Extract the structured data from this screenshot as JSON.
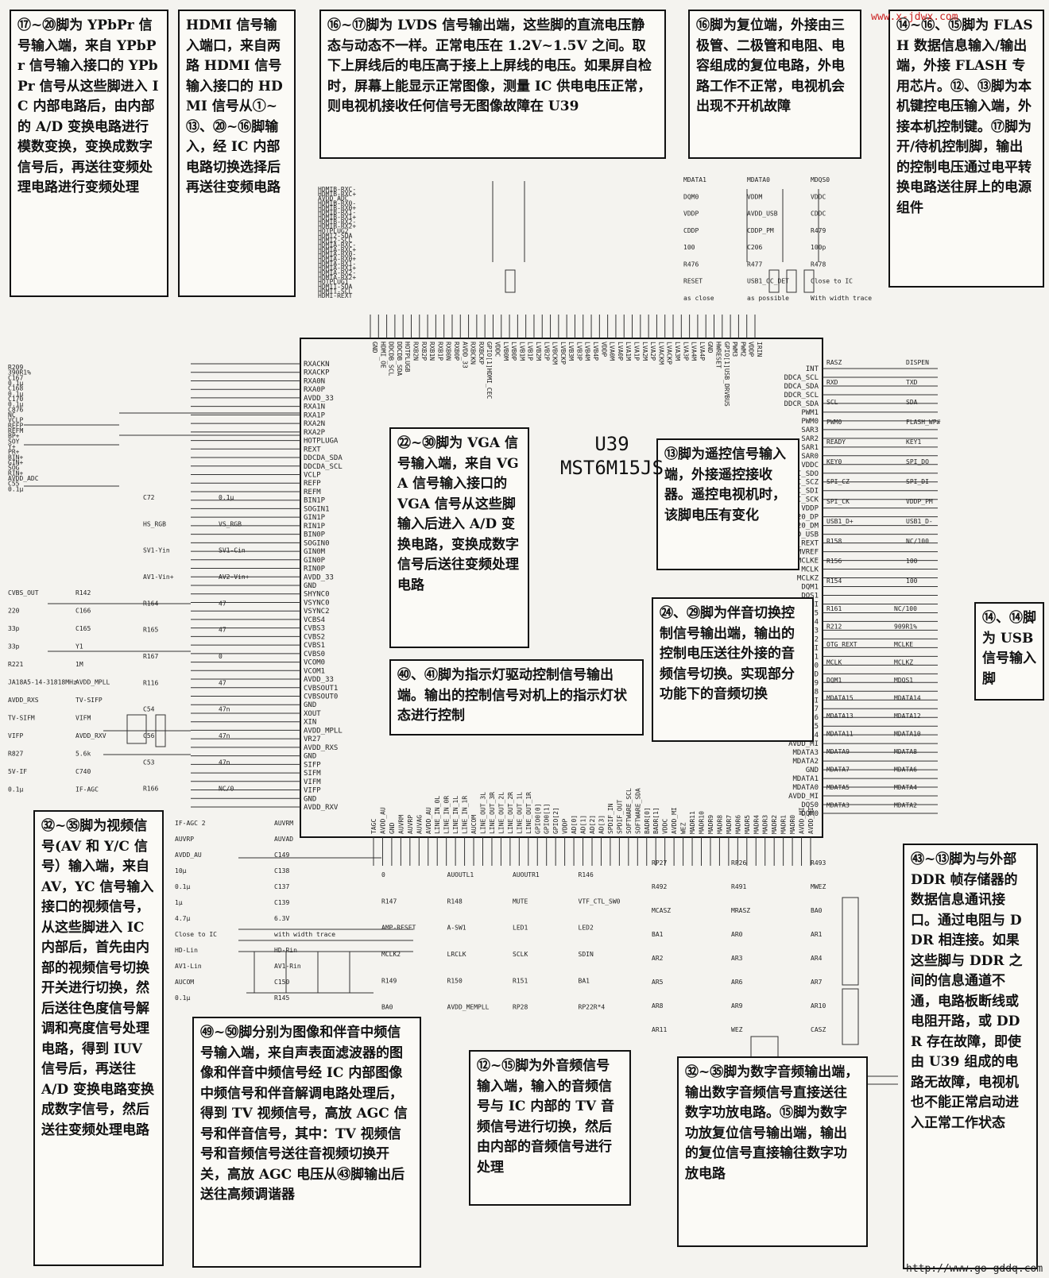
{
  "notes": {
    "n1": "⑰~⑳脚为 YPbPr 信号输入端，来自 YPbPr 信号输入接口的 YPbPr 信号从这些脚进入 IC 内部电路后，由内部的 A/D 变换电路进行模数变换，变换成数字信号后，再送往变频处理电路进行变频处理",
    "n2": "HDMI 信号输入端口，来自两路 HDMI 信号输入接口的 HDMI 信号从①~⑬、⑳~⑯脚输入，经 IC 内部电路切换选择后再送往变频电路",
    "n3": "⑯~⑰脚为 LVDS 信号输出端，这些脚的直流电压静态与动态不一样。正常电压在 1.2V~1.5V 之间。取下上屏线后的电压高于接上上屏线的电压。如果屏自检时，屏幕上能显示正常图像，测量 IC 供电电压正常，则电视机接收任何信号无图像故障在 U39",
    "n4": "⑯脚为复位端，外接由三极管、二极管和电阻、电容组成的复位电路，外电路工作不正常，电视机会出现不开机故障",
    "n5": "⑭~⑯、⑮脚为 FLASH 数据信息输入/输出端，外接 FLASH 专用芯片。⑫、⑬脚为本机键控电压输入端，外接本机控制键。⑰脚为开/待机控制脚，输出的控制电压通过电平转换电路送往屏上的电源组件",
    "n6": "㉒~㉚脚为 VGA 信号输入端，来自 VGA 信号输入接口的 VGA 信号从这些脚输入后进入 A/D 变换电路，变换成数字信号后送往变频处理电路",
    "n7": "⑬脚为遥控信号输入端，外接遥控接收器。遥控电视机时，该脚电压有变化",
    "n8": "⑭、⑭脚为 USB 信号输入脚",
    "n9": "㉔、㉙脚为伴音切换控制信号输出端，输出的控制电压送往外接的音频信号切换。实现部分功能下的音频切换",
    "n10": "㊵、㊶脚为指示灯驱动控制信号输出端。输出的控制信号对机上的指示灯状态进行控制",
    "n11": "㉜~㉟脚为视频信号(AV 和 Y/C 信号）输入端，来自 AV，YC 信号输入接口的视频信号，从这些脚进入 IC 内部后，首先由内部的视频信号切换开关进行切换，然后送往色度信号解调和亮度信号处理电路，得到 IUV 信号后，再送往 A/D 变换电路变换成数字信号，然后送往变频处理电路",
    "n12": "㊾~㊿脚分别为图像和伴音中频信号输入端，来自声表面滤波器的图像和伴音中频信号经 IC 内部图像中频信号和伴音解调电路处理后，得到 TV 视频信号，高放 AGC 信号和伴音信号，其中：TV 视频信号和音频信号送往音视频切换开关，高放 AGC 电压从㊸脚输出后送往高频调谐器",
    "n13": "⑫~⑮脚为外音频信号输入端，输入的音频信号与 IC 内部的 TV 音频信号进行切换，然后由内部的音频信号进行处理",
    "n14": "㉜~㉟脚为数字音频输出端，输出数字音频信号直接送往数字功放电路。⑮脚为数字功放复位信号输出端，输出的复位信号直接输往数字功放电路",
    "n15": "㊸~⑬脚为与外部 DDR 帧存储器的数据信息通讯接口。通过电阻与 DDR 相连接。如果这些脚与 DDR 之间的信息通道不通，电路板断线或电阻开路，或 DDR 存在故障，即使由 U39 组成的电路无故障，电视机也不能正常启动进入正常工作状态"
  },
  "chip": {
    "ref": "U39",
    "part": "MST6M15JS"
  },
  "watermarks": {
    "top": "www.x-jdwx.com",
    "bottom": "http://www.go-gddq.com"
  },
  "left_labels": [
    "RXACKN",
    "RXACKP",
    "RXA0N",
    "RXA0P",
    "AVDD_33",
    "RXA1N",
    "RXA1P",
    "RXA2N",
    "RXA2P",
    "HOTPLUGA",
    "REXT",
    "DDCDA_SDA",
    "DDCDA_SCL",
    "VCLP",
    "REFP",
    "REFM",
    "BIN1P",
    "SOGIN1",
    "GIN1P",
    "RIN1P",
    "BIN0P",
    "SOGIN0",
    "GIN0M",
    "GIN0P",
    "RIN0P",
    "AVDD_33",
    "GND",
    "SHYNC0",
    "VSYNC0",
    "VSYNC2",
    "VCBS4",
    "CVBS3",
    "CVBS2",
    "CVBS1",
    "CVBS0",
    "VCOM0",
    "VCOM1",
    "AVDD_33",
    "CVBSOUT1",
    "CVBSOUT0",
    "GND",
    "XOUT",
    "XIN",
    "AVDD_MPLL",
    "VR27",
    "AVDD_RXS",
    "GND",
    "SIFP",
    "SIFM",
    "VIFM",
    "VIFP",
    "GND",
    "AVDD_RXV"
  ],
  "right_labels": [
    "INT",
    "DDCA_SCL",
    "DDCA_SDA",
    "DDCR_SCL",
    "DDCR_SDA",
    "PWM1",
    "PWM0",
    "SAR3",
    "SAR2",
    "SAR1",
    "SAR0",
    "VDDC",
    "SPI_SDO",
    "SPI_SCZ",
    "SPI_SDI",
    "SPI_SCK",
    "VDDP",
    "USB20_DP",
    "USB20_DM",
    "AVDD_USB",
    "USB2_REXT",
    "MVREF",
    "MCLKE",
    "MCLK",
    "MCLKZ",
    "DQM1",
    "DQS1",
    "AVDD_MI",
    "MDATA15",
    "MDATA14",
    "MDATA13",
    "MDATA12",
    "AVDD_MI",
    "MDATA11",
    "MDATA10",
    "GND",
    "MDATA9",
    "MDATA8",
    "AVDD_MI",
    "MDATA7",
    "MDATA6",
    "MDATA5",
    "MDATA4",
    "AVDD_MI",
    "MDATA3",
    "MDATA2",
    "GND",
    "MDATA1",
    "MDATA0",
    "AVDD_MI",
    "DQS0",
    "DQM0"
  ],
  "top_labels": [
    "GND",
    "HDMI_OE",
    "DDCDB_SCL",
    "DDCDB_SDA",
    "HOTPLUGB",
    "RXB2N",
    "RXB2P",
    "RXB1N",
    "RXB1P",
    "RXB0N",
    "RXB0P",
    "AVDD_33",
    "RXBCKN",
    "RXBCKP",
    "GPIO[1]HDMI_CEC",
    "VDDC",
    "LVB0M",
    "LVB0P",
    "LVB1M",
    "LVB1P",
    "LVB2M",
    "LVB2P",
    "LVBCKM",
    "LVBCKP",
    "LVB3M",
    "LVB3P",
    "LVB4M",
    "LVB4P",
    "VDDP",
    "LVA0M",
    "LVA0P",
    "LVA1M",
    "LVA1P",
    "LVA2M",
    "LVA2P",
    "LVACKM",
    "LVACKP",
    "LVA3M",
    "LVA3P",
    "LVA4M",
    "LVA4P",
    "GND",
    "HWRESET",
    "GPIO[1]USB_DRVBUS",
    "PWM3",
    "PWM2",
    "VDDP",
    "IRIN"
  ],
  "bottom_labels": [
    "TAGC",
    "AVDD_AU",
    "GND",
    "AUVRM",
    "AUVRP",
    "AUVAG",
    "AVDD_AU",
    "LINE_IN_0L",
    "LINE_IN_0R",
    "LINE_IN_1L",
    "LINE_IN_1R",
    "AUCOM",
    "LINE_OUT_3L",
    "LINE_OUT_3R",
    "LINE_OUT_2L",
    "LINE_OUT_2R",
    "LINE_OUT_1L",
    "LINE_OUT_1R",
    "GPIO0[0]",
    "GPIO0[1]",
    "GPIO[2]",
    "VDDP",
    "AD[0]",
    "AD[1]",
    "AD[2]",
    "AD[3]",
    "SPDIF_IN",
    "SPDIF_OUT",
    "SOFTWARE_SCL",
    "SOFTWARE_SDA",
    "BADR[0]",
    "BADR[1]",
    "VDDC",
    "AVDD_MI",
    "WEZ",
    "MADR11",
    "MADR10",
    "MADR9",
    "MADR8",
    "MADR7",
    "MADR6",
    "MADR5",
    "MADR4",
    "MADR3",
    "MADR2",
    "MADR1",
    "MADR0",
    "AVDD_MI",
    "AVDD_MI"
  ],
  "small_labels": [
    "HDMIB-RXC-",
    "HDMIB-RXC+",
    "AVDD_ADC",
    "HDMIB-RX0-",
    "HDMIB-RX0+",
    "HDMIB-RX1-",
    "HDMIB-RX1+",
    "HDMIB-RX2-",
    "HDMIB-RX2+",
    "HOTPLUG2",
    "HDMI2-SDA",
    "HDMI2-SCL",
    "HDMIA-RXC-",
    "HDMIA-RXC+",
    "HDMIA-RX0-",
    "HDMIA-RX0+",
    "HDMIA-RX1-",
    "HDMIA-RX1+",
    "HDMIA-RX2-",
    "HDMIA-RX2+",
    "HOTPLUG1",
    "HDMI1-SDA",
    "HDMI1-SCL",
    "HDMI-REXT",
    "R209",
    "390R1%",
    "C167",
    "0.1μ",
    "C168",
    "0.1μ",
    "C170",
    "0.1μ",
    "C876",
    "NC",
    "VCLP",
    "REFP",
    "REFM",
    "BP+",
    "SOY",
    "Y+",
    "PR+",
    "BIN+",
    "GIN+",
    "SOG",
    "RIN+",
    "AVDD_ADC",
    "C55",
    "0.1μ",
    "C72",
    "0.1μ",
    "HS_RGB",
    "VS_RGB",
    "SV1-Yin",
    "SV1-Cin",
    "AV1-Vin+",
    "AV2-Vin+",
    "R164",
    "47",
    "R165",
    "47",
    "R167",
    "0",
    "R116",
    "47",
    "C54",
    "47n",
    "C56",
    "47n",
    "C53",
    "47n",
    "R166",
    "NC/0",
    "CVBS_OUT",
    "R142",
    "220",
    "C166",
    "33p",
    "C165",
    "33p",
    "Y1",
    "R221",
    "1M",
    "JA18A5-14-31818MHz",
    "AVDD_MPLL",
    "AVDD_RXS",
    "TV-SIFP",
    "TV-SIFM",
    "VIFM",
    "VIFP",
    "AVDD_RXV",
    "R827",
    "5.6k",
    "5V-IF",
    "C740",
    "0.1μ",
    "IF-AGC",
    "IF-AGC 2",
    "AUVRM",
    "AUVRP",
    "AUVAD",
    "AVDD_AU",
    "C149",
    "10μ",
    "C138",
    "0.1μ",
    "C137",
    "1μ",
    "C139",
    "4.7μ",
    "6.3V",
    "Close to IC",
    "with width trace",
    "HD-Lin",
    "HD-Rin",
    "AV1-Lin",
    "AV1-Rin",
    "AUCOM",
    "C150",
    "0.1μ",
    "R145",
    "0",
    "AUOUTL1",
    "AUOUTR1",
    "R146",
    "R147",
    "R148",
    "MUTE",
    "VTF_CTL_SW0",
    "AMP-RESET",
    "A-SW1",
    "LED1",
    "LED2",
    "MCLK2",
    "LRCLK",
    "SCLK",
    "SDIN",
    "R149",
    "R150",
    "R151",
    "BA1",
    "BA0",
    "AVDD_MEMPLL",
    "RP28",
    "RP22R*4",
    "RP27",
    "RP26",
    "R493",
    "R492",
    "R491",
    "MWEZ",
    "MCASZ",
    "MRASZ",
    "BA0",
    "BA1",
    "AR0",
    "AR1",
    "AR2",
    "AR3",
    "AR4",
    "AR5",
    "AR6",
    "AR7",
    "AR8",
    "AR9",
    "AR10",
    "AR11",
    "WEZ",
    "CASZ",
    "RASZ",
    "DISPEN",
    "RXD",
    "TXD",
    "SCL",
    "SDA",
    "PWM0",
    "FLASH_WP#",
    "READY",
    "KEY1",
    "KEY0",
    "SPI_DO",
    "SPI_CZ",
    "SPI_DI",
    "SPI_CK",
    "VDDP_PM",
    "USB1_D+",
    "USB1_D-",
    "R158",
    "NC/100",
    "R156",
    "100",
    "R154",
    "100",
    "R161",
    "NC/100",
    "R212",
    "909R1%",
    "OTG_REXT",
    "MCLKE",
    "MCLK",
    "MCLKZ",
    "DQM1",
    "MDQS1",
    "MDATA15",
    "MDATA14",
    "MDATA13",
    "MDATA12",
    "MDATA11",
    "MDATA10",
    "MDATA9",
    "MDATA8",
    "MDATA7",
    "MDATA6",
    "MDATA5",
    "MDATA4",
    "MDATA3",
    "MDATA2",
    "MDATA1",
    "MDATA0",
    "MDQS0",
    "DQM0",
    "VDDM",
    "VDDC",
    "VDDP",
    "AVDD_USB",
    "CDDC",
    "CDDP",
    "CDDP_PM",
    "R479",
    "100",
    "C206",
    "100p",
    "R476",
    "R477",
    "R478",
    "RESET",
    "USB1_OC_DET",
    "Close to IC",
    "as close",
    "as possible",
    "With width trace"
  ]
}
